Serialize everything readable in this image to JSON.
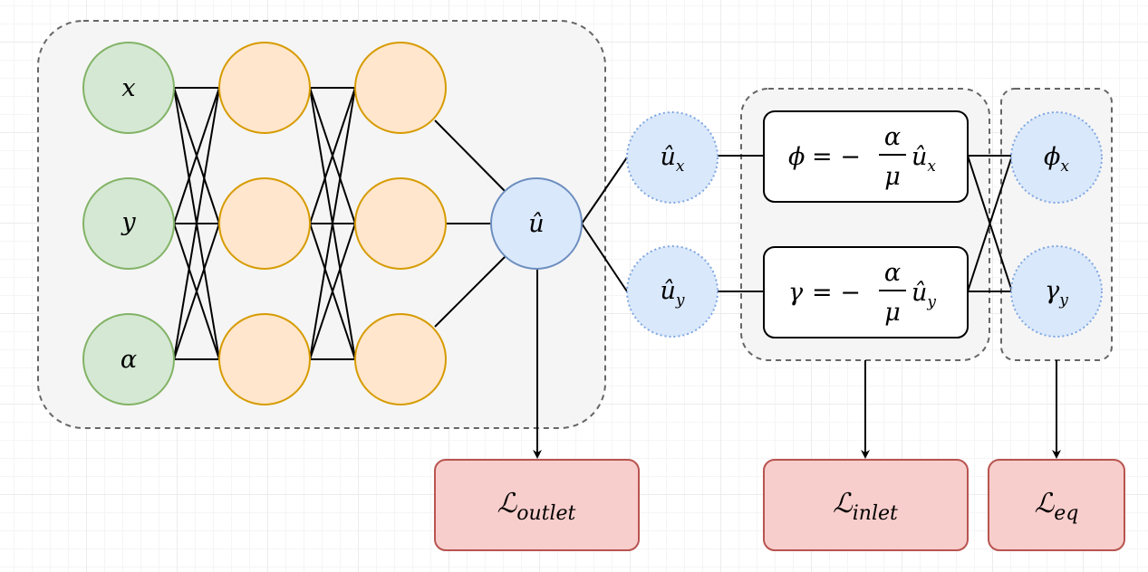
{
  "nodes": {
    "input_x": "x",
    "input_y": "y",
    "input_alpha": "α",
    "output_u": "û",
    "deriv_ux": {
      "base": "û",
      "sub": "x"
    },
    "deriv_uy": {
      "base": "û",
      "sub": "y"
    },
    "phi_x": {
      "base": "ϕ",
      "sub": "x"
    },
    "gamma_y": {
      "base": "γ",
      "sub": "y"
    }
  },
  "equations": {
    "phi": {
      "lhs": "ϕ",
      "op": "= −",
      "num": "α",
      "den": "μ",
      "var": "û",
      "sub": "x"
    },
    "gamma": {
      "lhs": "γ",
      "op": "= −",
      "num": "α",
      "den": "μ",
      "var": "û",
      "sub": "y"
    }
  },
  "losses": {
    "outlet": {
      "base": "ℒ",
      "sub": "outlet"
    },
    "inlet": {
      "base": "ℒ",
      "sub": "inlet"
    },
    "eq": {
      "base": "ℒ",
      "sub": "eq"
    }
  },
  "colors": {
    "input_fill": "#d5e8d4",
    "input_stroke": "#82b366",
    "hidden_fill": "#ffe6cc",
    "hidden_stroke": "#d79b00",
    "output_fill": "#dae8fc",
    "output_stroke": "#6c8ebf",
    "loss_fill": "#f8cecc",
    "loss_stroke": "#b85450",
    "group_fill": "#f5f5f5",
    "group_stroke": "#666666"
  }
}
